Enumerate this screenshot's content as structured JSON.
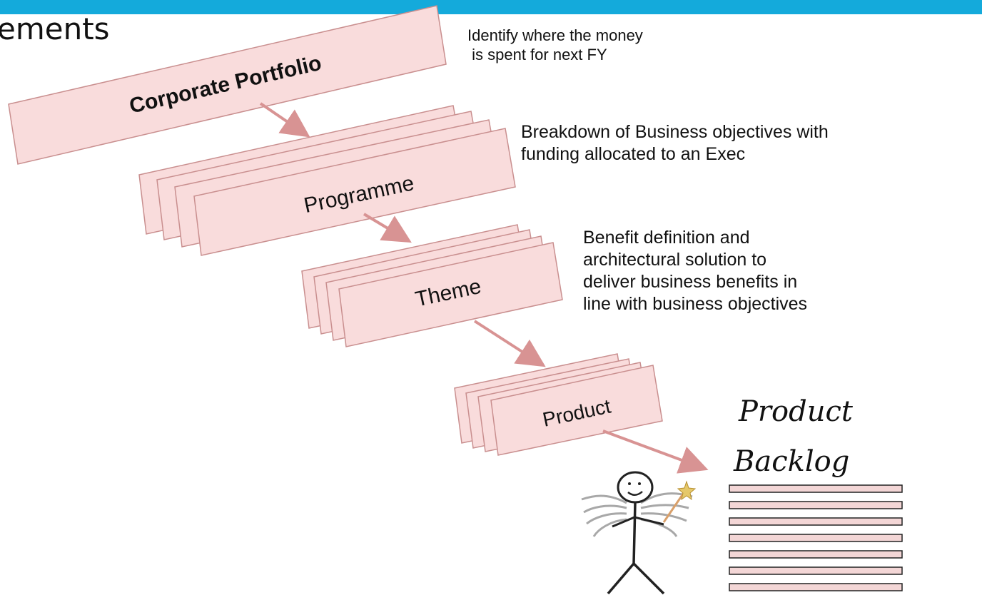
{
  "slide": {
    "title": "ements",
    "accent_color": "#14aadb"
  },
  "levels": [
    {
      "label": "Corporate Portfolio",
      "note": "Identify where the money\n is spent for next FY"
    },
    {
      "label": "Programme",
      "note": "Breakdown of Business objectives with\nfunding allocated to an Exec"
    },
    {
      "label": "Theme",
      "note": "Benefit definition and\narchitectural solution to\ndeliver business benefits in\nline with business objectives"
    },
    {
      "label": "Product",
      "note": ""
    }
  ],
  "backlog": {
    "title_line1": "Product",
    "title_line2": "Backlog",
    "item_count": 7
  },
  "colors": {
    "card_fill": "#f9dcdc",
    "card_stroke": "#c98f8f",
    "arrow": "#d89393"
  },
  "figure": "stick-figure-with-wings-and-wand"
}
